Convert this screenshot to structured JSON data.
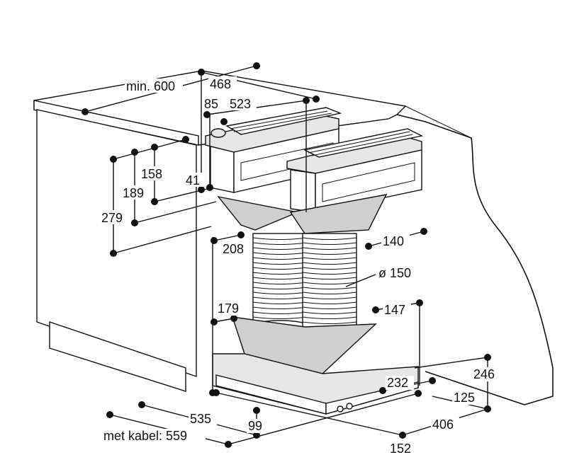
{
  "diagram": {
    "dimensions": {
      "min600": "min. 600",
      "d468": "468",
      "d85": "85",
      "d523": "523",
      "d158": "158",
      "d189": "189",
      "d41": "41",
      "d279": "279",
      "d208": "208",
      "d140": "140",
      "d150": "ø 150",
      "d179": "179",
      "d147": "147",
      "d246": "246",
      "d232": "232",
      "d125": "125",
      "d535": "535",
      "d559": "met kabel: 559",
      "d99": "99",
      "d406": "406",
      "d152": "152"
    }
  }
}
